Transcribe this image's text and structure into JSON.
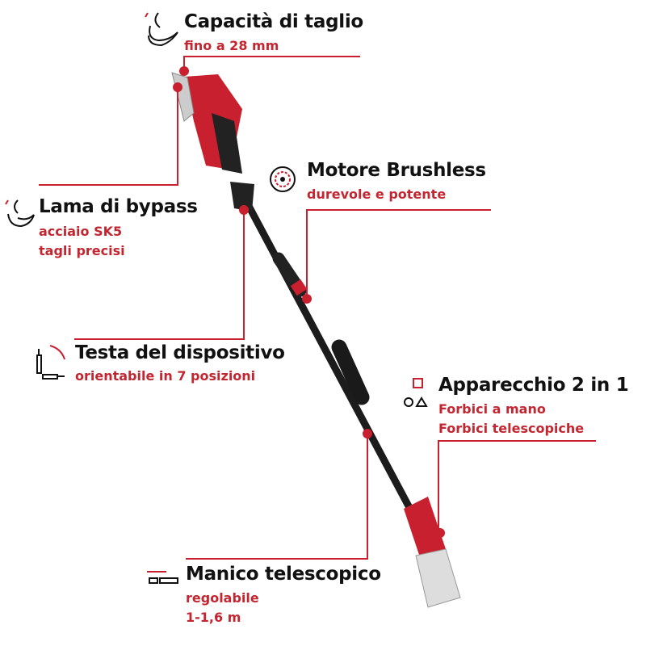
{
  "colors": {
    "accent": "#c8202f",
    "text": "#111111",
    "pole": "#1a1a1a"
  },
  "callouts": [
    {
      "title": "Capacità di taglio",
      "lines": [
        "fino a 28 mm"
      ],
      "icon": "cut-capacity-icon"
    },
    {
      "title": "Lama di bypass",
      "lines": [
        "acciaio SK5",
        "tagli precisi"
      ],
      "icon": "blade-icon"
    },
    {
      "title": "Motore Brushless",
      "lines": [
        "durevole e potente"
      ],
      "icon": "motor-icon"
    },
    {
      "title": "Testa del dispositivo",
      "lines": [
        "orientabile in 7 posizioni"
      ],
      "icon": "rotating-head-icon"
    },
    {
      "title": "Apparecchio 2 in 1",
      "lines": [
        "Forbici a mano",
        "Forbici telescopiche"
      ],
      "icon": "shapes-icon"
    },
    {
      "title": "Manico telescopico",
      "lines": [
        "regolabile",
        "1-1,6 m"
      ],
      "icon": "telescopic-icon"
    }
  ]
}
